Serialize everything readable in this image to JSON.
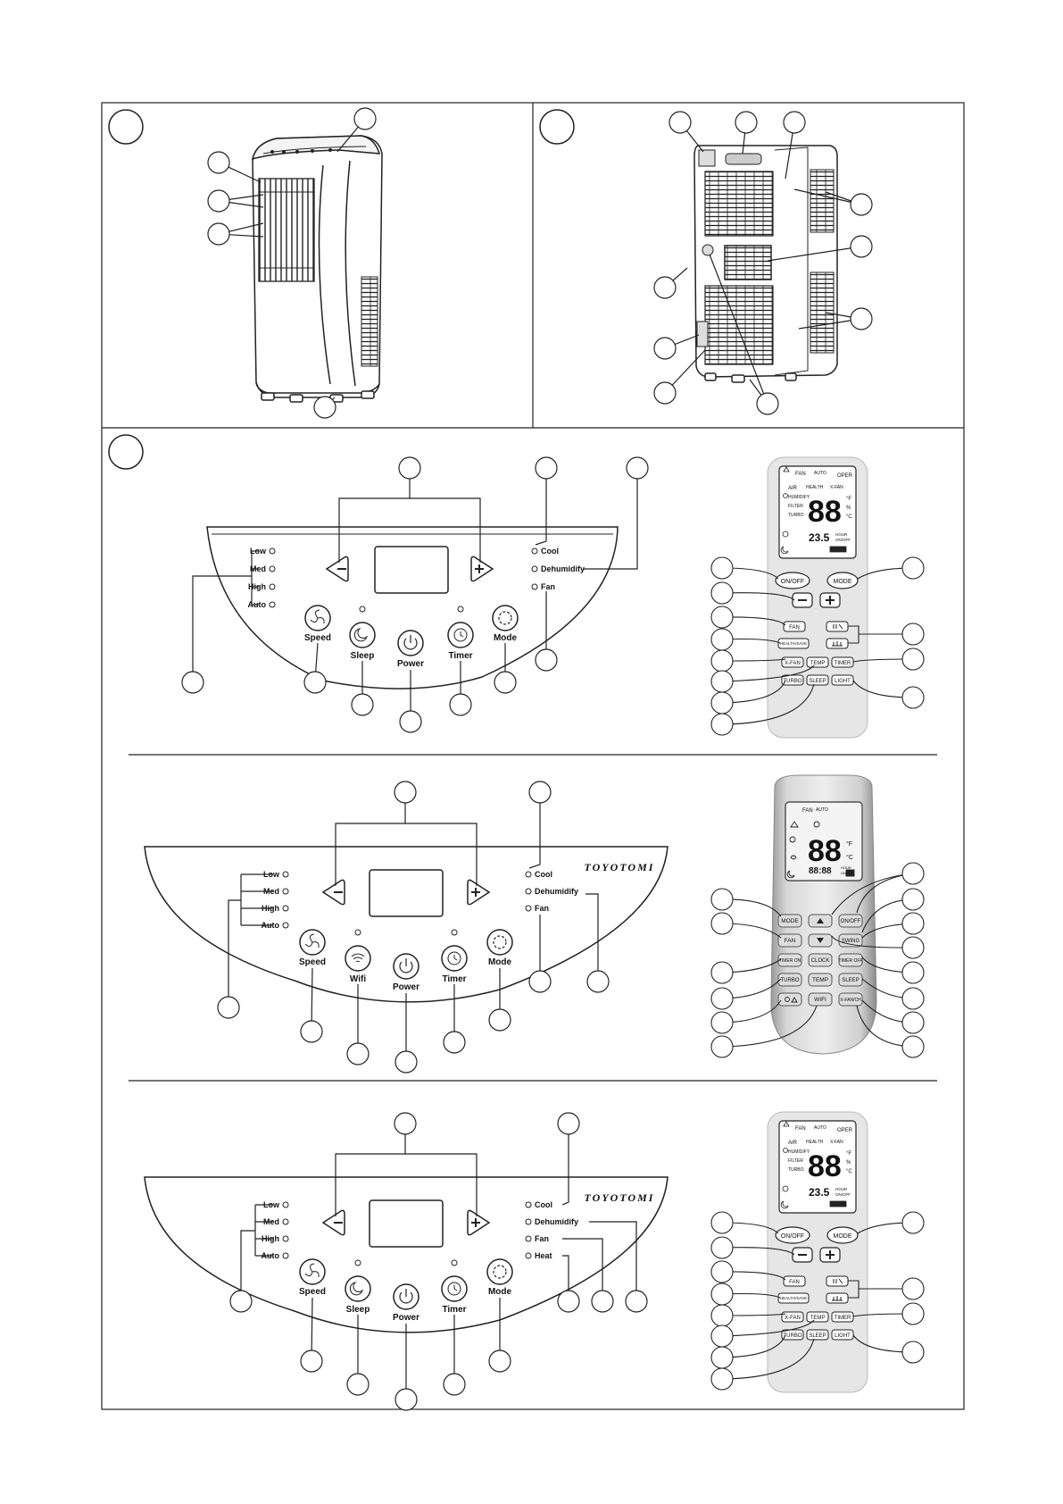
{
  "brand": "TOYOTOMI",
  "panel_a": {
    "speed_levels": [
      "Low",
      "Med",
      "High",
      "Auto"
    ],
    "modes": [
      "Cool",
      "Dehumidify",
      "Fan"
    ],
    "buttons": [
      "Speed",
      "Sleep",
      "Power",
      "Timer",
      "Mode"
    ]
  },
  "panel_b": {
    "speed_levels": [
      "Low",
      "Med",
      "High",
      "Auto"
    ],
    "modes": [
      "Cool",
      "Dehumidify",
      "Fan"
    ],
    "buttons": [
      "Speed",
      "Wifi",
      "Power",
      "Timer",
      "Mode"
    ]
  },
  "panel_c": {
    "speed_levels": [
      "Low",
      "Med",
      "High",
      "Auto"
    ],
    "modes": [
      "Cool",
      "Dehumidify",
      "Fan",
      "Heat"
    ],
    "buttons": [
      "Speed",
      "Sleep",
      "Power",
      "Timer",
      "Mode"
    ]
  },
  "remote_a": {
    "lcd_top": [
      "FAN",
      "AUTO",
      "OPER"
    ],
    "lcd_left": [
      "AIR",
      "HUMIDIFY",
      "FILTER",
      "TURBO"
    ],
    "lcd_right": [
      "HEALTH",
      "X-FAN"
    ],
    "lcd_digits": "88",
    "lcd_units": [
      "°F",
      "%",
      "°C"
    ],
    "lcd_time": "23.5",
    "lcd_time_units": [
      "HOUR",
      "ON/OFF"
    ],
    "buttons": [
      "ON/OFF",
      "MODE",
      "FAN",
      "HEALTH/SAVE",
      "X-FAN",
      "TEMP",
      "TIMER",
      "TURBO",
      "SLEEP",
      "LIGHT"
    ]
  },
  "remote_b": {
    "lcd_top": [
      "FAN",
      "AUTO"
    ],
    "lcd_digits": "88",
    "lcd_units": [
      "°F",
      "°C"
    ],
    "lcd_time": "88:88",
    "lcd_time_units": [
      "HOUR",
      "ON/OFF"
    ],
    "buttons": [
      "MODE",
      "ON/OFF",
      "FAN",
      "SWING",
      "TIMER ON",
      "CLOCK",
      "TIMER OFF",
      "TURBO",
      "TEMP",
      "SLEEP",
      "WIFI",
      "X-FAN/CH"
    ]
  },
  "remote_c": {
    "lcd_top": [
      "FAN",
      "AUTO",
      "OPER"
    ],
    "lcd_left": [
      "AIR",
      "HUMIDIFY",
      "FILTER",
      "TURBO"
    ],
    "lcd_right": [
      "HEALTH",
      "X-FAN"
    ],
    "lcd_digits": "88",
    "lcd_units": [
      "°F",
      "%",
      "°C"
    ],
    "lcd_time": "23.5",
    "lcd_time_units": [
      "HOUR",
      "ON/OFF"
    ],
    "buttons": [
      "ON/OFF",
      "MODE",
      "FAN",
      "HEALTH/SAVE",
      "X-FAN",
      "TEMP",
      "TIMER",
      "TURBO",
      "SLEEP",
      "LIGHT"
    ]
  }
}
